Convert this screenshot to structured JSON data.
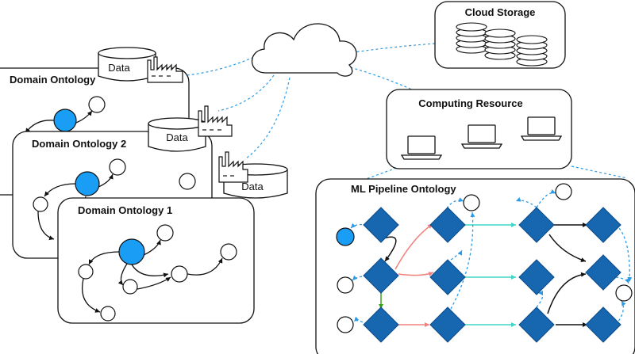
{
  "labels": {
    "cloud_storage": "Cloud Storage",
    "computing_resource": "Computing Resource",
    "ml_pipeline": "ML Pipeline Ontology",
    "domain_ontology_3": "Domain Ontology",
    "domain_ontology_2": "Domain Ontology 2",
    "domain_ontology_1": "Domain Ontology 1",
    "data_1": "Data",
    "data_2": "Data",
    "data_3": "Data"
  },
  "colors": {
    "node_blue": "#1a9ef5",
    "diamond_blue": "#1666b0",
    "arrow_black": "#111111",
    "dotted_blue": "#2a9be6",
    "salmon": "#f2807a",
    "cyan": "#3fd6c8",
    "green": "#3aa318"
  },
  "icons": [
    "cloud-icon",
    "disk-stack-icon",
    "laptop-icon",
    "database-icon",
    "factory-icon"
  ]
}
